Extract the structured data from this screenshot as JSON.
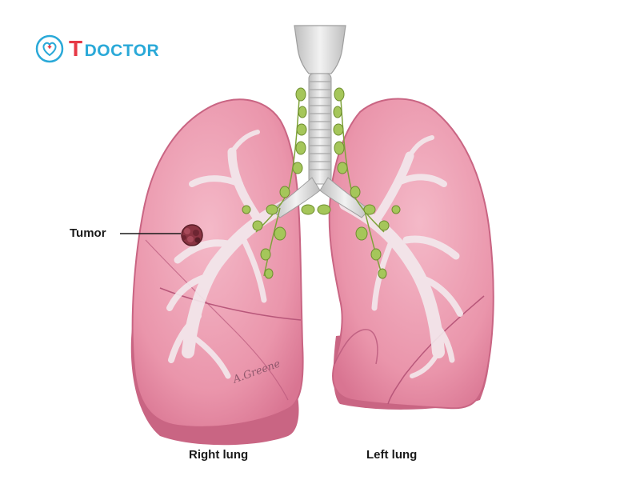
{
  "logo": {
    "brand_t": "T",
    "brand_rest": "DOCTOR",
    "icon": "heart-stethoscope-icon"
  },
  "labels": {
    "tumor": "Tumor",
    "right_lung": "Right lung",
    "left_lung": "Left lung"
  },
  "signature": "A.Greene",
  "colors": {
    "lung": "#e98fa7",
    "lung_dark": "#c96583",
    "lung_shadow": "#d0708e",
    "bronchi": "#f2e8ec",
    "lymph": "#a5c65a",
    "trachea": "#d9d9d9",
    "tumor": "#7a2d3b",
    "brand_red": "#e63946",
    "brand_blue": "#2aa9d8"
  }
}
